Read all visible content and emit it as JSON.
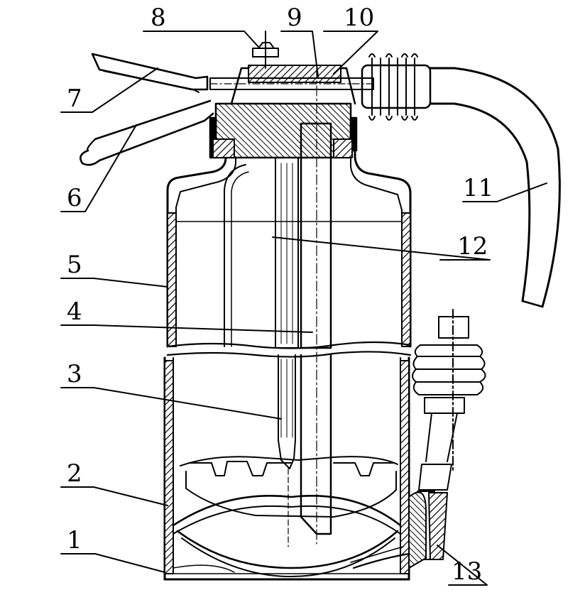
{
  "diagram": {
    "colors": {
      "ink": "#000000",
      "paper": "#ffffff",
      "hatch": "#000000"
    },
    "labels": [
      {
        "id": "1",
        "text": "1"
      },
      {
        "id": "2",
        "text": "2"
      },
      {
        "id": "3",
        "text": "3"
      },
      {
        "id": "4",
        "text": "4"
      },
      {
        "id": "5",
        "text": "5"
      },
      {
        "id": "6",
        "text": "6"
      },
      {
        "id": "7",
        "text": "7"
      },
      {
        "id": "8",
        "text": "8"
      },
      {
        "id": "9",
        "text": "9"
      },
      {
        "id": "10",
        "text": "10"
      },
      {
        "id": "11",
        "text": "11"
      },
      {
        "id": "12",
        "text": "12"
      },
      {
        "id": "13",
        "text": "13"
      }
    ]
  }
}
